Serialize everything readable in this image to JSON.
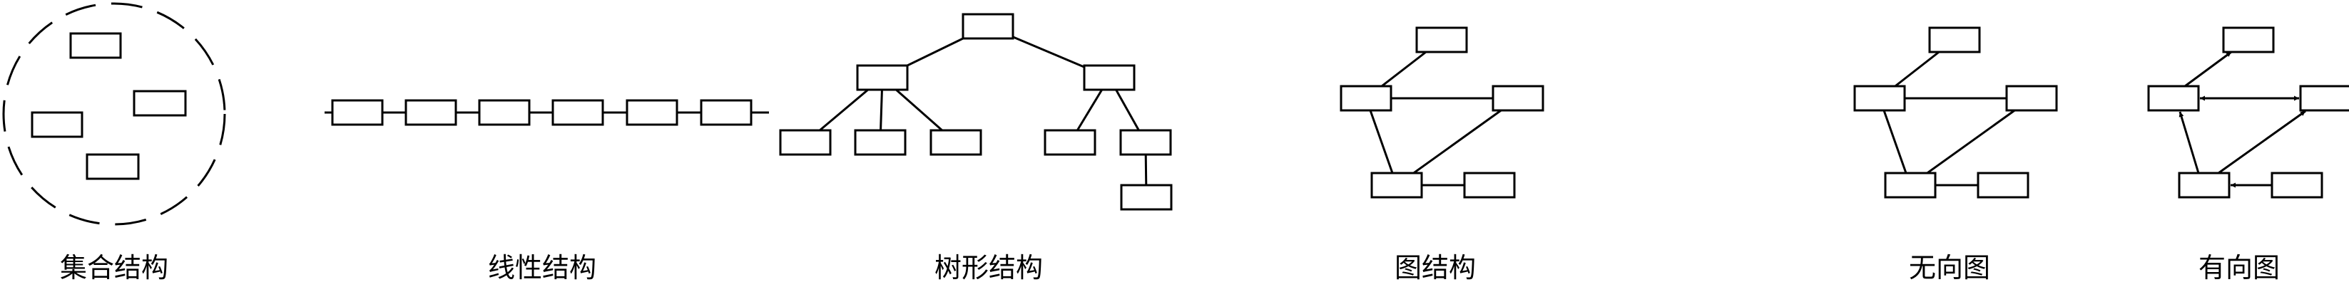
{
  "colors": {
    "stroke": "#000000",
    "fill": "#ffffff",
    "background": "#ffffff"
  },
  "captions": {
    "set": "集合结构",
    "linear": "线性结构",
    "tree": "树形结构",
    "graph": "图结构",
    "undirected": "无向图",
    "directed": "有向图"
  }
}
